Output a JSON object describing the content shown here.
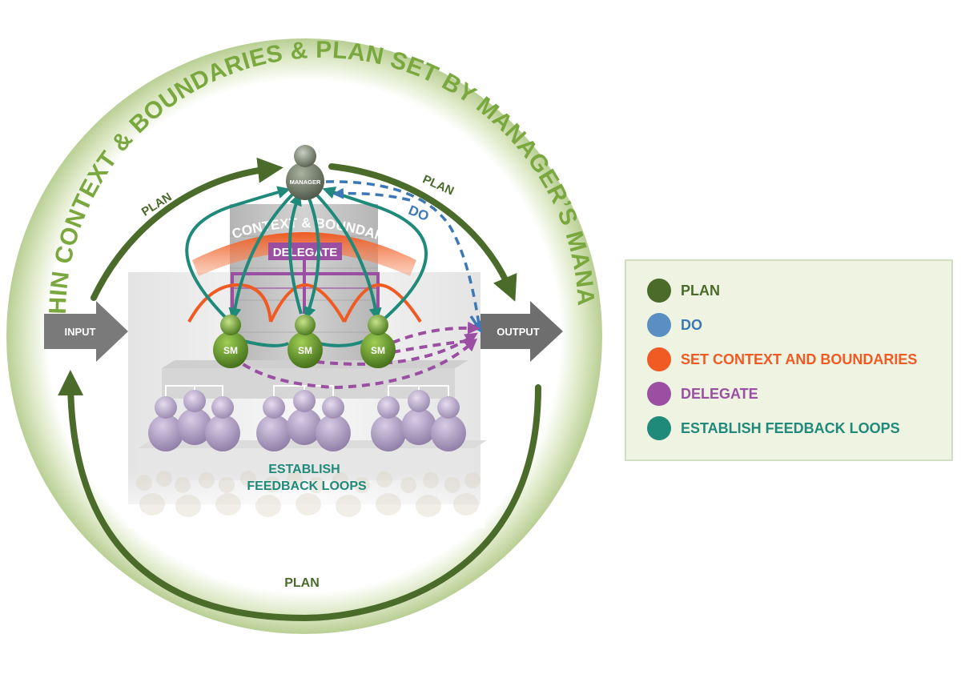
{
  "diagram": {
    "ring_title": "WITHIN CONTEXT & BOUNDARIES & PLAN SET BY MANAGER’S MANAGER",
    "input_label": "INPUT",
    "output_label": "OUTPUT",
    "plan_label_left": "PLAN",
    "plan_label_right": "PLAN",
    "plan_label_bottom": "PLAN",
    "do_label": "DO",
    "manager_label": "MANAGER",
    "context_label": "SET CONTEXT & BOUNDARIES",
    "delegate_label": "DELEGATE",
    "sm_labels": [
      "SM",
      "SM",
      "SM"
    ],
    "feedback_label_line1": "ESTABLISH",
    "feedback_label_line2": "FEEDBACK LOOPS"
  },
  "legend": {
    "items": [
      {
        "label": "PLAN",
        "color": "#4a6b2a"
      },
      {
        "label": "DO",
        "color": "#5b8fc4"
      },
      {
        "label": "SET CONTEXT AND BOUNDARIES",
        "color": "#f05a23"
      },
      {
        "label": "DELEGATE",
        "color": "#9b4fa3"
      },
      {
        "label": "ESTABLISH FEEDBACK LOOPS",
        "color": "#1f8a7a"
      }
    ]
  },
  "colors": {
    "plan": "#4a6b2a",
    "do": "#3c78b5",
    "context": "#f05a23",
    "delegate": "#9b4fa3",
    "feedback": "#1f8a7a",
    "ring_text": "#7aa83e"
  }
}
